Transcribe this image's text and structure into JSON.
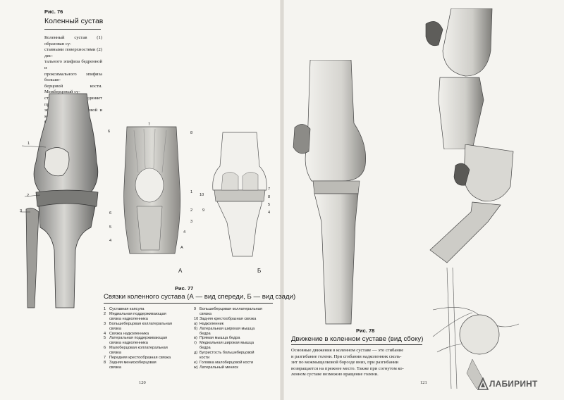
{
  "fig76": {
    "number": "Рис. 76",
    "title": "Коленный сустав",
    "text": [
      "Коленный сустав (1) образован су-",
      "ставными поверхностями (2) дис-",
      "тального эпифиза бедренной и",
      "проксимального эпифиза больше-",
      "берцовой кости. Межберцовый су-",
      "став (3) соединяет проксимальные",
      "эпифизы большеберцовой и мало-",
      "берцовой костей."
    ],
    "labels": [
      "1",
      "2",
      "3"
    ]
  },
  "fig77": {
    "number": "Рис. 77",
    "title": "Связки коленного сустава (А — вид спереди, Б — вид сзади)",
    "view_a": "А",
    "view_b": "Б",
    "labels_a": [
      "6",
      "7",
      "8",
      "1",
      "2",
      "3",
      "4",
      "5",
      "6",
      "4",
      "А"
    ],
    "labels_b": [
      "10",
      "9",
      "7",
      "8",
      "5",
      "4"
    ],
    "legend_left": [
      {
        "k": "1",
        "v": "Суставная капсула"
      },
      {
        "k": "2",
        "v": "Медиальная поддерживающая"
      },
      {
        "k": "",
        "v": "связка надколенника"
      },
      {
        "k": "3",
        "v": "Большеберцовая коллатеральная"
      },
      {
        "k": "",
        "v": "связка"
      },
      {
        "k": "4",
        "v": "Связка надколенника"
      },
      {
        "k": "5",
        "v": "Латеральная поддерживающая"
      },
      {
        "k": "",
        "v": "связка надколенника"
      },
      {
        "k": "6",
        "v": "Малоберцовая коллатеральная"
      },
      {
        "k": "",
        "v": "связка"
      },
      {
        "k": "7",
        "v": "Передняя крестообразная связка"
      },
      {
        "k": "8",
        "v": "Задняя менискоберцовая"
      },
      {
        "k": "",
        "v": "связка"
      }
    ],
    "legend_right": [
      {
        "k": "9",
        "v": "Большеберцовая коллатеральная"
      },
      {
        "k": "",
        "v": "связка"
      },
      {
        "k": "10",
        "v": "Задняя крестообразная связка"
      },
      {
        "k": "а)",
        "v": "Надколенник"
      },
      {
        "k": "б)",
        "v": "Латеральная широкая мышца"
      },
      {
        "k": "",
        "v": "бедра"
      },
      {
        "k": "в)",
        "v": "Прямая мышца бедра"
      },
      {
        "k": "г)",
        "v": "Медиальная широкая мышца"
      },
      {
        "k": "",
        "v": "бедра"
      },
      {
        "k": "д)",
        "v": "Бугристость большеберцовой"
      },
      {
        "k": "",
        "v": "кости"
      },
      {
        "k": "е)",
        "v": "Головка малоберцовой кости"
      },
      {
        "k": "ж)",
        "v": "Латеральный мениск"
      }
    ]
  },
  "fig78": {
    "number": "Рис. 78",
    "title": "Движение в коленном суставе (вид сбоку)",
    "text": [
      "Основные движения в коленном суставе — это сгибание",
      "и разгибание голени. При сгибании надколенник сколь-",
      "зит по межмыщелковой борозде вниз, при разгибании",
      "возвращается на прежнее место. Также при согнутом ко-",
      "ленном суставе возможно вращение голени."
    ]
  },
  "pages": {
    "left": "120",
    "right": "121"
  },
  "watermark": "ЛАБИРИНТ"
}
